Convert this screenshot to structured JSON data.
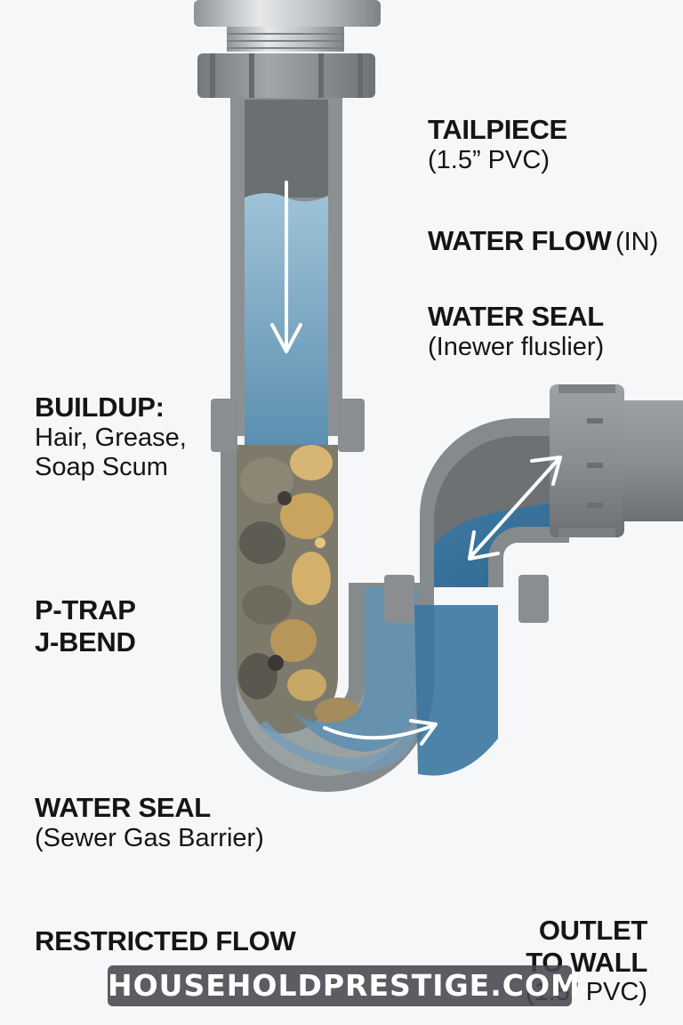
{
  "labels": {
    "tailpiece": {
      "title": "TAILPIECE",
      "sub": "(1.5” PVC)"
    },
    "water_flow_in": {
      "title": "WATER FLOW",
      "sub": "(IN)"
    },
    "water_seal_top": {
      "title": "WATER SEAL",
      "sub": "(Inewer fluslier)"
    },
    "buildup": {
      "title": "BUILDUP:",
      "lines": [
        "Hair, Grease,",
        "Soap Scum"
      ]
    },
    "ptrap": {
      "lines": [
        "P-TRAP",
        "J-BEND"
      ]
    },
    "water_seal_bottom": {
      "title": "WATER SEAL",
      "sub": "(Sewer Gas Barrier)"
    },
    "restricted_flow": {
      "title": "RESTRICTED FLOW"
    },
    "outlet": {
      "lines": [
        "OUTLET",
        "TO WALL"
      ],
      "sub": "(1.5” PVC)"
    }
  },
  "watermark": "HOUSEHOLDPRESTIGE.COM",
  "colors": {
    "pipe": "#8e9295",
    "pipe_dark": "#5f6366",
    "water": "#6fa3c3",
    "debris": "#b89a5a",
    "steel": "#c9cccf"
  }
}
